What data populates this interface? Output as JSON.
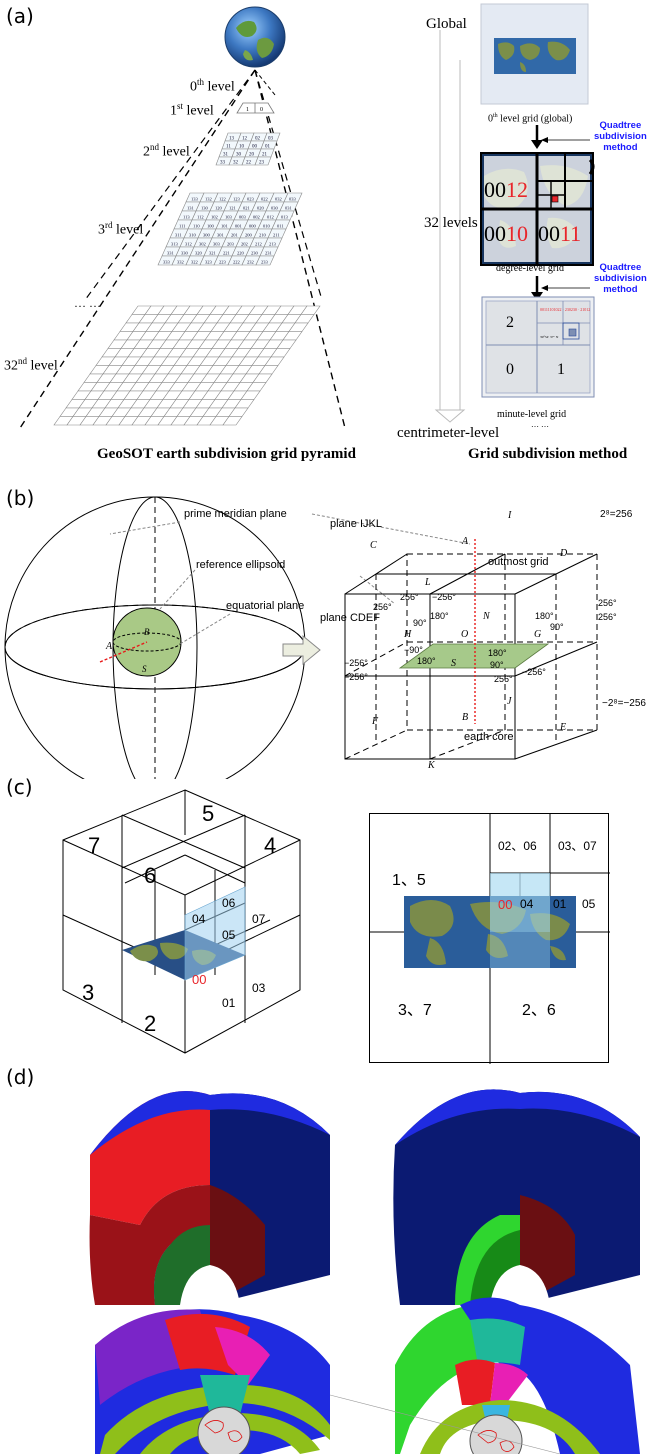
{
  "panel_a": {
    "label": "(a)",
    "levels": [
      {
        "num": "0",
        "sup": "th",
        "text": "level"
      },
      {
        "num": "1",
        "sup": "st",
        "text": "level"
      },
      {
        "num": "2",
        "sup": "nd",
        "text": "level"
      },
      {
        "num": "3",
        "sup": "rd",
        "text": "level"
      },
      {
        "num": "32",
        "sup": "nd",
        "text": "level"
      }
    ],
    "ellipsis": "…  …",
    "caption_left": "GeoSOT earth subdivision grid pyramid",
    "caption_right": "Grid subdivision method",
    "global_label": "Global",
    "level32_label": "32 levels",
    "centimeter_label": "centrimeter-level",
    "grid0_caption": "0",
    "grid0_sup": "th",
    "grid0_rest": " level grid (global)",
    "degree_caption": "degree-level grid",
    "minute_caption": "minute-level grid",
    "minute_dots": "… …",
    "quadtree_1": [
      "Quadtree",
      "subdivision",
      "method"
    ],
    "quadtree_2": [
      "Quadtree",
      "subdivision",
      "method"
    ],
    "deg_cells": {
      "a": "00",
      "b": "12",
      "c": "00",
      "d": "10",
      "e": "00",
      "f": "11"
    },
    "minute_cells": [
      "2",
      "0",
      "1"
    ],
    "level1_codes": [
      "1",
      "0"
    ],
    "level2_codes": [
      "13",
      "12",
      "02",
      "03",
      "11",
      "10",
      "00",
      "01",
      "31",
      "30",
      "20",
      "21",
      "33",
      "32",
      "22",
      "23"
    ],
    "level3_codes": [
      "133",
      "132",
      "122",
      "123",
      "023",
      "022",
      "032",
      "033",
      "131",
      "130",
      "120",
      "121",
      "021",
      "020",
      "030",
      "031",
      "113",
      "112",
      "102",
      "103",
      "003",
      "002",
      "012",
      "013",
      "111",
      "110",
      "100",
      "101",
      "001",
      "000",
      "010",
      "011",
      "311",
      "310",
      "300",
      "301",
      "201",
      "200",
      "210",
      "211",
      "313",
      "312",
      "302",
      "303",
      "203",
      "202",
      "212",
      "213",
      "331",
      "330",
      "320",
      "321",
      "221",
      "220",
      "230",
      "231",
      "333",
      "332",
      "322",
      "323",
      "223",
      "222",
      "232",
      "233"
    ]
  },
  "panel_b": {
    "label": "(b)",
    "prime_meridian": "prime meridian plane",
    "plane_ijkl": "plane IJKL",
    "reference_ellipsoid": "reference ellipsoid",
    "equatorial_plane": "equatorial plane",
    "plane_cdef": "plane CDEF",
    "outmost_grid": "outmost grid",
    "earth_core": "earth core",
    "top_value": "2⁸=256",
    "bottom_value": "−2⁸=−256",
    "letters": {
      "A": "A",
      "B": "B",
      "C": "C",
      "D": "D",
      "E": "E",
      "F": "F",
      "G": "G",
      "H": "H",
      "I": "I",
      "J": "J",
      "K": "K",
      "L": "L",
      "N": "N",
      "O": "O",
      "S": "S"
    },
    "deg_256": "256°",
    "deg_m256": "−256°",
    "deg_180": "180°",
    "deg_90": "90°",
    "deg_m90": "−90°",
    "deg_180b": "180°",
    "deg_m180": "180°",
    "deg_90b": "90°",
    "deg_m256b": "−256°"
  },
  "panel_c": {
    "label": "(c)",
    "cube_numbers": [
      "5",
      "7",
      "4",
      "6",
      "3",
      "2"
    ],
    "cube_codes": [
      "04",
      "06",
      "07",
      "05",
      "00",
      "01",
      "03"
    ],
    "quad_labels": [
      "1、5",
      "3、7",
      "2、6"
    ],
    "quad_small": [
      "02、06",
      "03、07",
      "01",
      "05"
    ],
    "quad_00": "00",
    "quad_04": "04"
  },
  "panel_d": {
    "label": "(d)"
  },
  "colors": {
    "red_code": "#e8262b",
    "blue_text": "#1a1aff",
    "shell_blue": "#1f2bd6",
    "shell_red": "#e8202a",
    "shell_green": "#2fd62f",
    "shell_olive": "#8fbf1a",
    "shell_magenta": "#e81fb4",
    "plane_green": "#a6c98a"
  }
}
